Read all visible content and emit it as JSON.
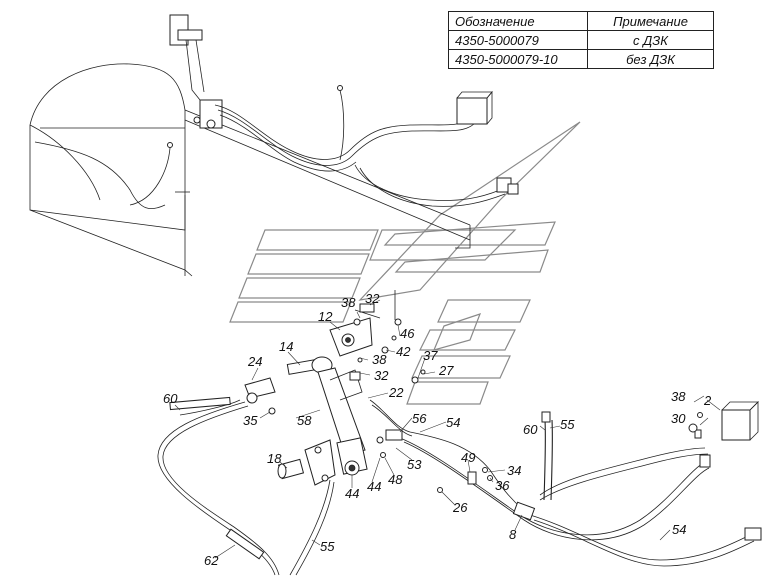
{
  "spec_table": {
    "headers": [
      "Обозначение",
      "Примечание"
    ],
    "rows": [
      [
        "4350-5000079",
        "с ДЗК"
      ],
      [
        "4350-5000079-10",
        "без ДЗК"
      ]
    ]
  },
  "callouts": [
    "38",
    "32",
    "12",
    "46",
    "14",
    "42",
    "38",
    "37",
    "24",
    "32",
    "27",
    "22",
    "60",
    "35",
    "58",
    "56",
    "54",
    "38",
    "2",
    "30",
    "55",
    "60",
    "18",
    "53",
    "49",
    "34",
    "44",
    "44",
    "48",
    "36",
    "26",
    "8",
    "54",
    "62",
    "55"
  ],
  "icons": [
    "watermark-logo"
  ]
}
